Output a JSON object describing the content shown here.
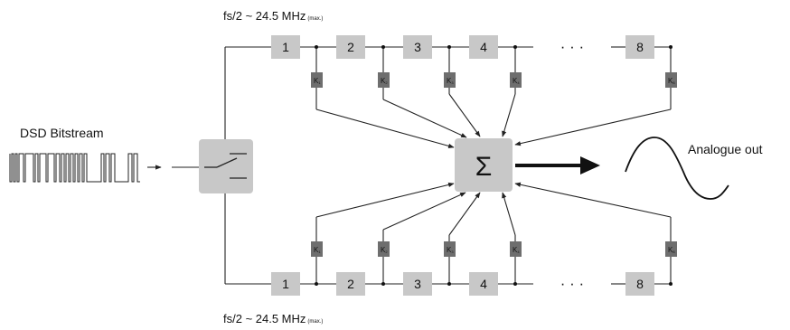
{
  "top_label": {
    "main": "fs/2 ~ 24.5 MHz",
    "sub": "(max.)"
  },
  "bottom_label": {
    "main": "fs/2 ~ 24.5 MHz",
    "sub": "(max.)"
  },
  "input_label": "DSD Bitstream",
  "output_label": "Analogue out",
  "sum_symbol": "Σ",
  "ellipsis": "· · ·",
  "taps": [
    "1",
    "2",
    "3",
    "4",
    "8"
  ],
  "coefficients": [
    {
      "base": "K",
      "sub": "1"
    },
    {
      "base": "K",
      "sub": "2"
    },
    {
      "base": "K",
      "sub": "3"
    },
    {
      "base": "K",
      "sub": "4"
    },
    {
      "base": "K",
      "sub": "8"
    }
  ],
  "colors": {
    "block": "#c8c8c8",
    "coef_block": "#6e6e6e",
    "line": "#222222"
  }
}
